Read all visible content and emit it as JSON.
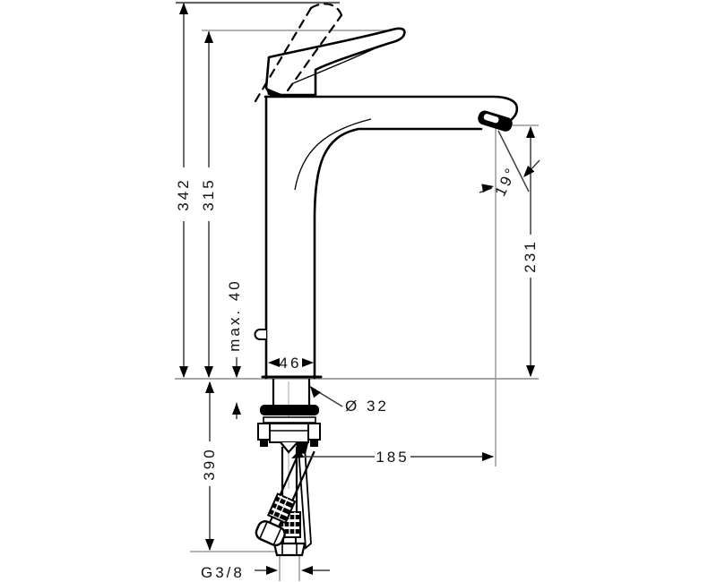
{
  "drawing": {
    "title": "single-lever basin mixer technical drawing",
    "colors": {
      "ink": "#000000",
      "dimension_lines": "#3c3c3c",
      "extension_lines": "#9a9a9a",
      "background": "#ffffff"
    },
    "labels": {
      "height_overall": "342",
      "height_lever": "315",
      "max_mounting_thickness": "max. 40",
      "base_width": "46",
      "hole_diameter": "Ø 32",
      "stream_angle": "19°",
      "spout_height": "231",
      "spout_reach": "185",
      "hose_length": "390",
      "connection_thread": "G3/8"
    }
  }
}
